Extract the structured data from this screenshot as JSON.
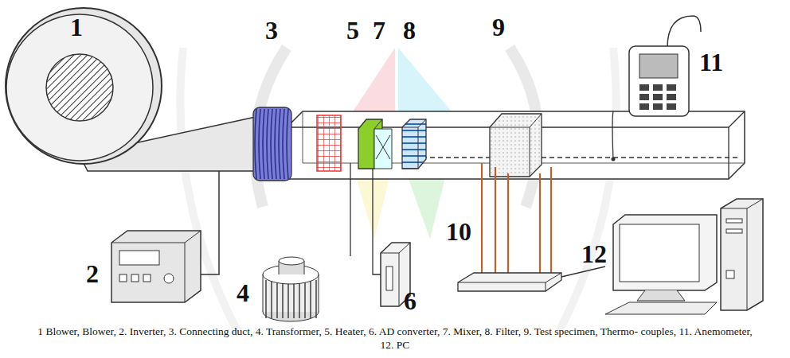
{
  "diagram": {
    "caption": "1 Blower, Blower, 2. Inverter, 3. Connecting duct, 4. Transformer, 5. Heater, 6. AD converter, 7. Mixer, 8. Filter, 9. Test specimen, Thermo- couples, 11. Anemometer, 12. PC",
    "labels": [
      "1",
      "3",
      "5",
      "7",
      "8",
      "9",
      "11",
      "2",
      "10",
      "12",
      "4",
      "6"
    ]
  }
}
